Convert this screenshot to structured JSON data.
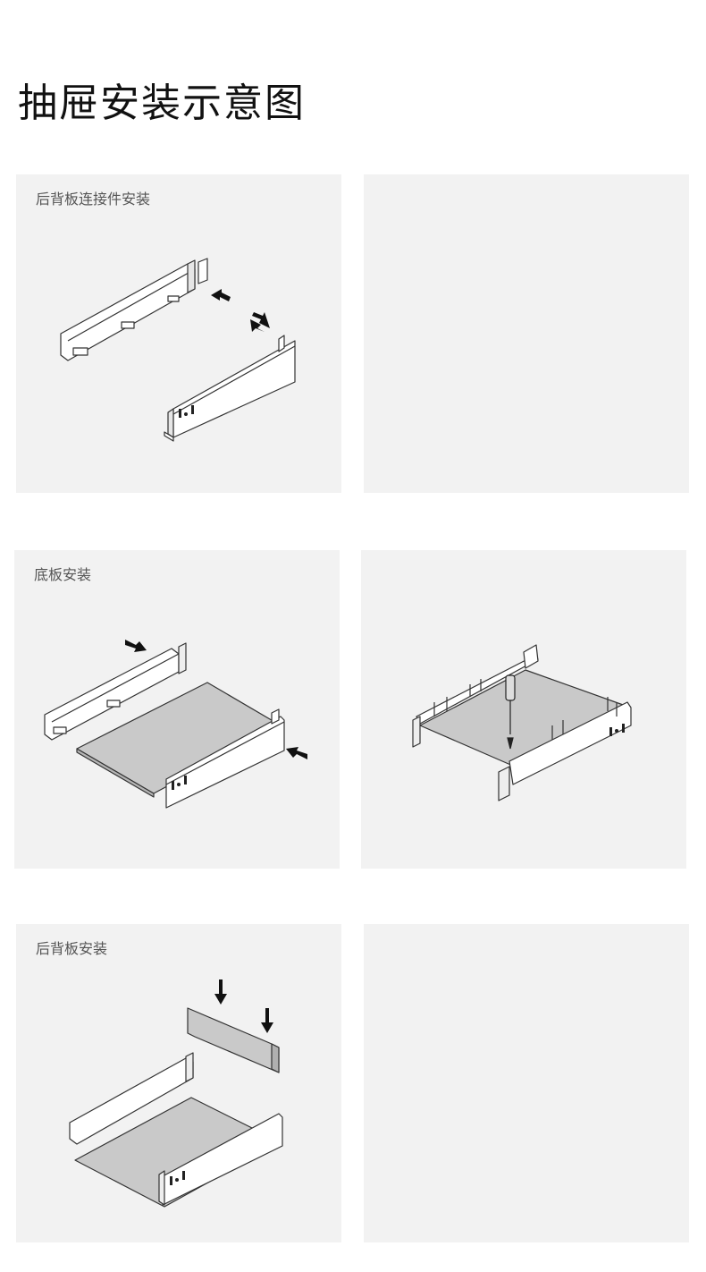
{
  "title": "抽屉安装示意图",
  "panels": [
    {
      "label": "后背板连接件安装"
    },
    {
      "label": ""
    },
    {
      "label": "底板安装"
    },
    {
      "label": ""
    },
    {
      "label": "后背板安装"
    },
    {
      "label": ""
    }
  ],
  "colors": {
    "panel_bg": "#f2f2f2",
    "board": "#c9c9c9",
    "line": "#333333",
    "arrow": "#111111"
  }
}
